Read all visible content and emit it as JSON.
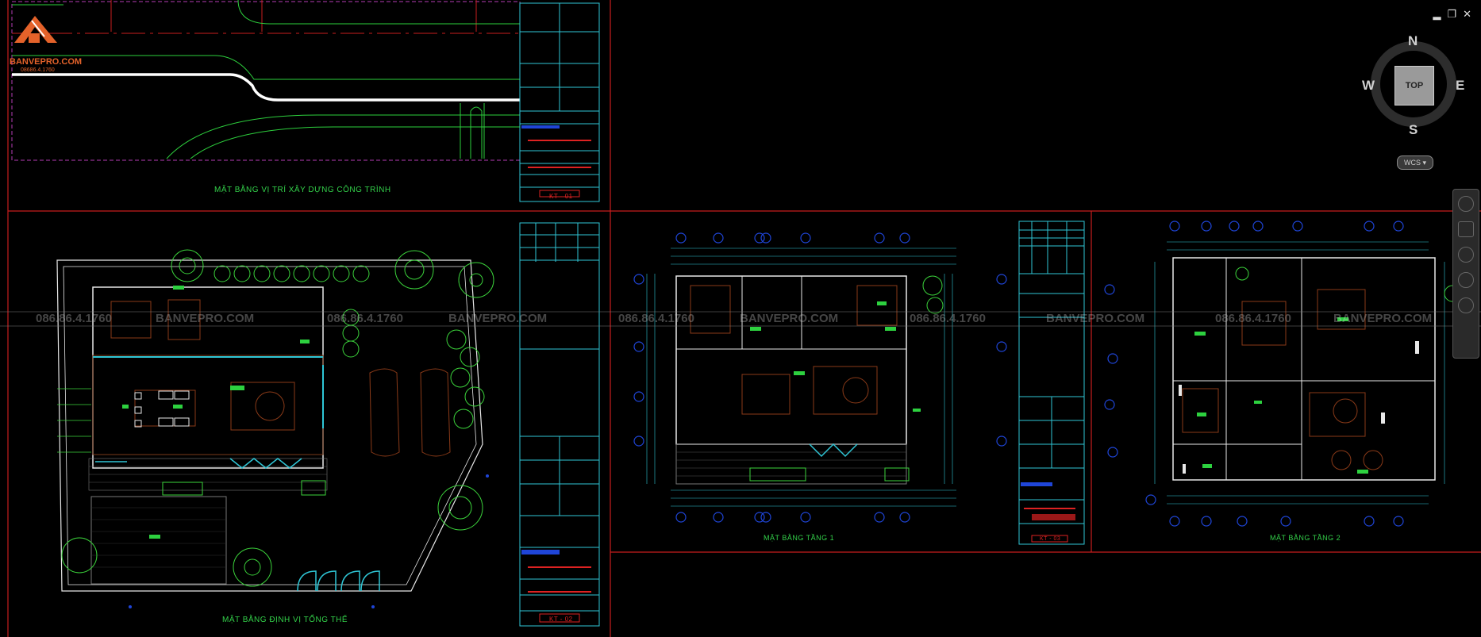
{
  "app": {
    "logo": {
      "brand": "BANVEPRO.COM",
      "phone": "08686.4.1760"
    },
    "window_controls": {
      "minimize": "▂",
      "restore": "❐",
      "close": "✕"
    }
  },
  "viewcube": {
    "north": "N",
    "south": "S",
    "east": "E",
    "west": "W",
    "face": "TOP",
    "wcs_label": "WCS ▾"
  },
  "navbar": {
    "icons": [
      "steering-wheel-icon",
      "pan-icon",
      "zoom-icon",
      "orbit-icon",
      "showmotion-icon"
    ]
  },
  "drawing": {
    "sheet_titles": {
      "site_location": "MẶT BẰNG VỊ TRÍ XÂY DỰNG CÔNG TRÌNH",
      "site_overall": "MẶT BẰNG ĐỊNH VỊ TỔNG THỂ",
      "floor1": "MẶT BẰNG TẦNG 1",
      "floor2": "MẶT BẰNG TẦNG 2"
    },
    "sheet_numbers": [
      "KT - 01",
      "KT - 02",
      "KT - 03"
    ],
    "watermarks": [
      "086.86.4.1760",
      "BANVEPRO.COM",
      "086.86.4.1760",
      "BANVEPRO.COM",
      "086.86.4.1760",
      "BANVEPRO.COM",
      "086.86.4.1760",
      "BANVEPRO.COM",
      "086.86.4.1760",
      "BANVEPRO.COM"
    ]
  },
  "colors": {
    "background": "#000000",
    "frame_red": "#c81e1e",
    "wall_white": "#e8e8e8",
    "cyan": "#2fc6d6",
    "green": "#2dd13f",
    "tree_green": "#3bd33b",
    "brand_orange": "#e4622a",
    "grid_blue": "#1f45d8"
  }
}
